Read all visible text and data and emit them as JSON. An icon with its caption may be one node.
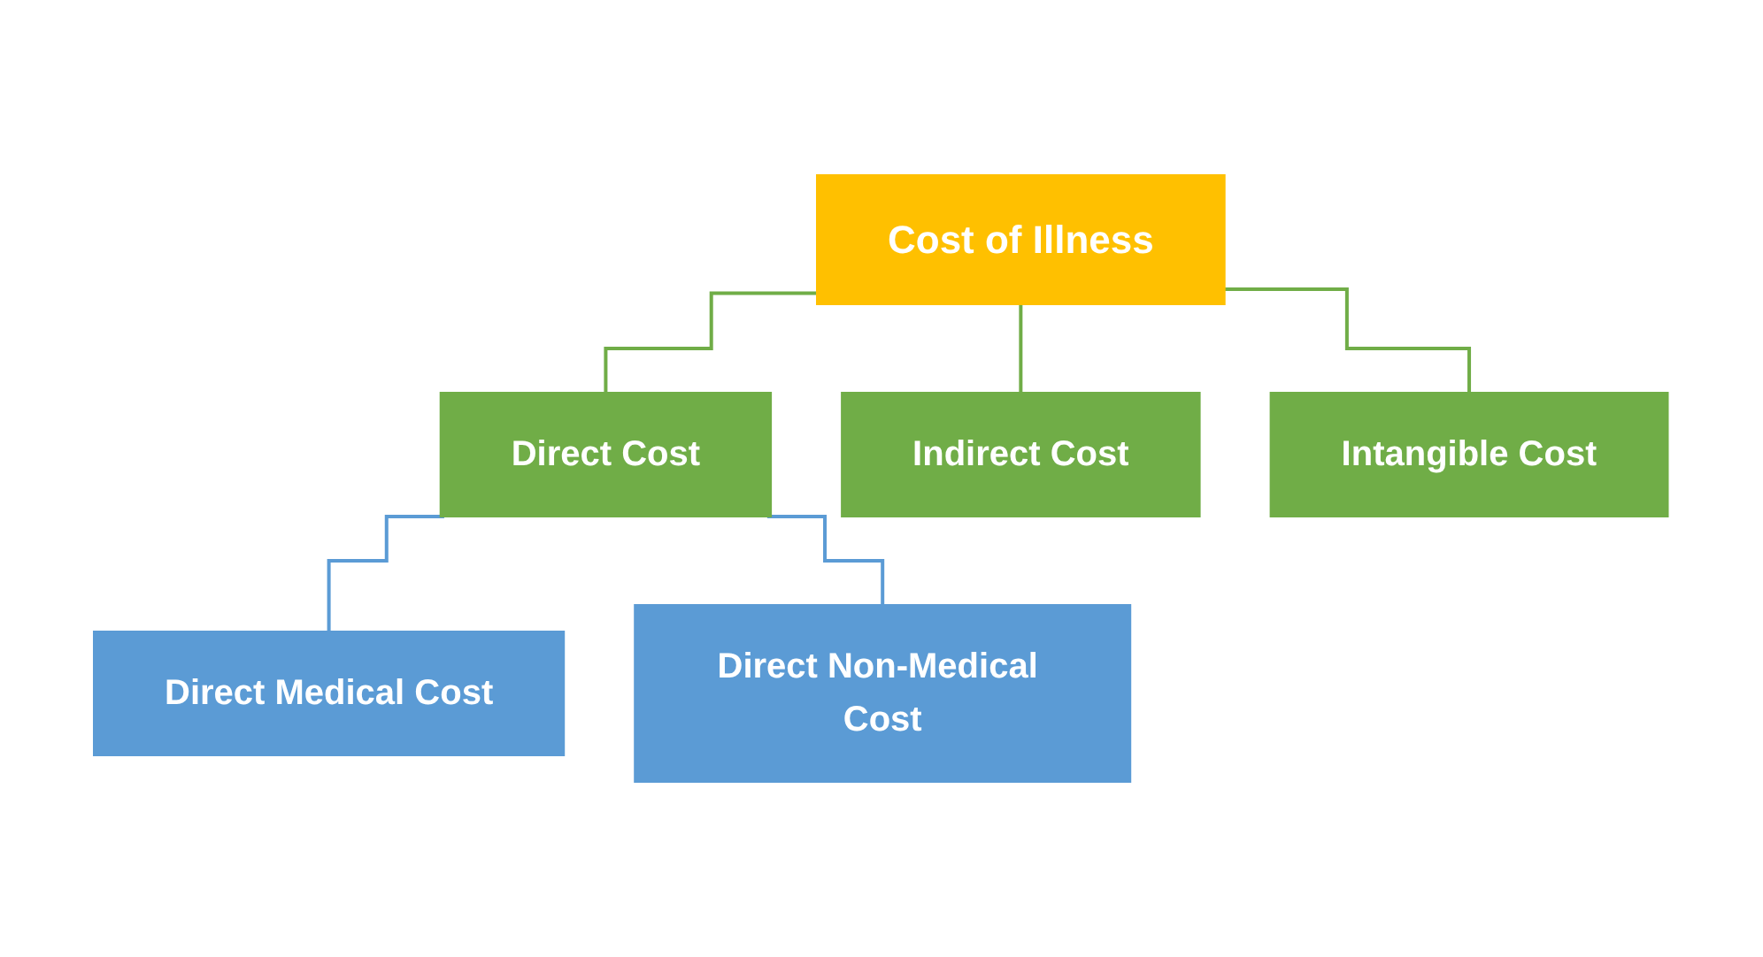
{
  "diagram": {
    "nodes": [
      {
        "text": [
          "Cost of Illness"
        ]
      },
      {
        "text": [
          "Direct Cost"
        ]
      },
      {
        "text": [
          "Indirect Cost"
        ]
      },
      {
        "text": [
          "Intangible Cost"
        ]
      },
      {
        "text": [
          "Direct Medical Cost"
        ]
      },
      {
        "text": [
          "Direct Non-Medical Cost"
        ]
      }
    ],
    "edges": [
      {
        "from": 0,
        "to": 1,
        "arrow": "none"
      },
      {
        "from": 0,
        "to": 2,
        "arrow": "none"
      },
      {
        "from": 0,
        "to": 3,
        "arrow": "none"
      },
      {
        "from": 1,
        "to": 4,
        "arrow": "none",
        "color": "#5b9bd5"
      },
      {
        "from": 1,
        "to": 5,
        "arrow": "none",
        "color": "#5b9bd5"
      }
    ]
  }
}
